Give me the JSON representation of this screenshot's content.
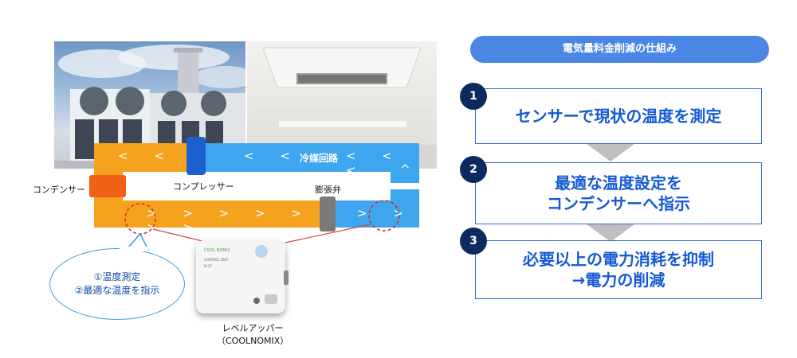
{
  "diagram": {
    "labels": {
      "condenser": "コンデンサー",
      "compressor": "コンプレッサー",
      "expansion_valve": "膨張弁",
      "refrigerant_circuit": "冷媒回路",
      "device_name": "レベルアッパー",
      "device_model": "（COOLNOMIX）"
    },
    "chevrons": {
      "top_orange": "< <",
      "top_blue_left": "< <",
      "top_blue_right": "< < <",
      "bottom_orange": "> > > > > > >",
      "bottom_blue": "> >",
      "up_arrow": "^"
    },
    "speech": {
      "line1": "①温度測定",
      "line2": "②最適な温度を指示"
    },
    "device_text": {
      "line1": "COOL NOMIX",
      "line2": "CONTROL UNIT",
      "line3": "M-27"
    }
  },
  "panel": {
    "title": "電気量料金削減の仕組み",
    "steps": [
      {
        "num": "1",
        "text": "センサーで現状の温度を測定"
      },
      {
        "num": "2",
        "line1": "最適な温度設定を",
        "line2": "コンデンサーへ指示"
      },
      {
        "num": "3",
        "line1": "必要以上の電力消耗を抑制",
        "line2": "→電力の削減"
      }
    ]
  },
  "colors": {
    "orange_pipe": "#f5a21f",
    "blue_pipe": "#3ea6ee",
    "condenser_box": "#f06015",
    "compressor_box": "#1b5fd1",
    "valve_box": "#7a7a7a",
    "navy": "#0d2a5e",
    "accent_blue": "#1459d6"
  }
}
